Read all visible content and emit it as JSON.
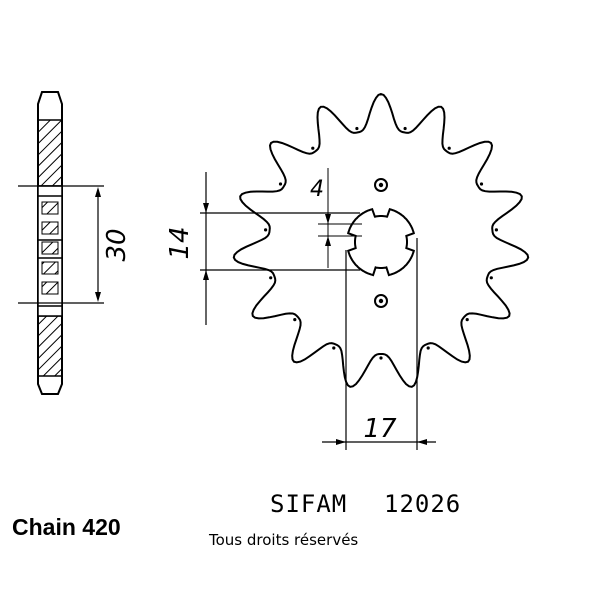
{
  "dimensions": {
    "thickness": "30",
    "bore": "4",
    "spline_height": "14",
    "spline_width": "17"
  },
  "footer": {
    "chain": "Chain 420",
    "brand": "SIFAM",
    "part_number": "12026",
    "rights": "Tous droits réservés"
  },
  "sprocket": {
    "teeth": 15
  }
}
